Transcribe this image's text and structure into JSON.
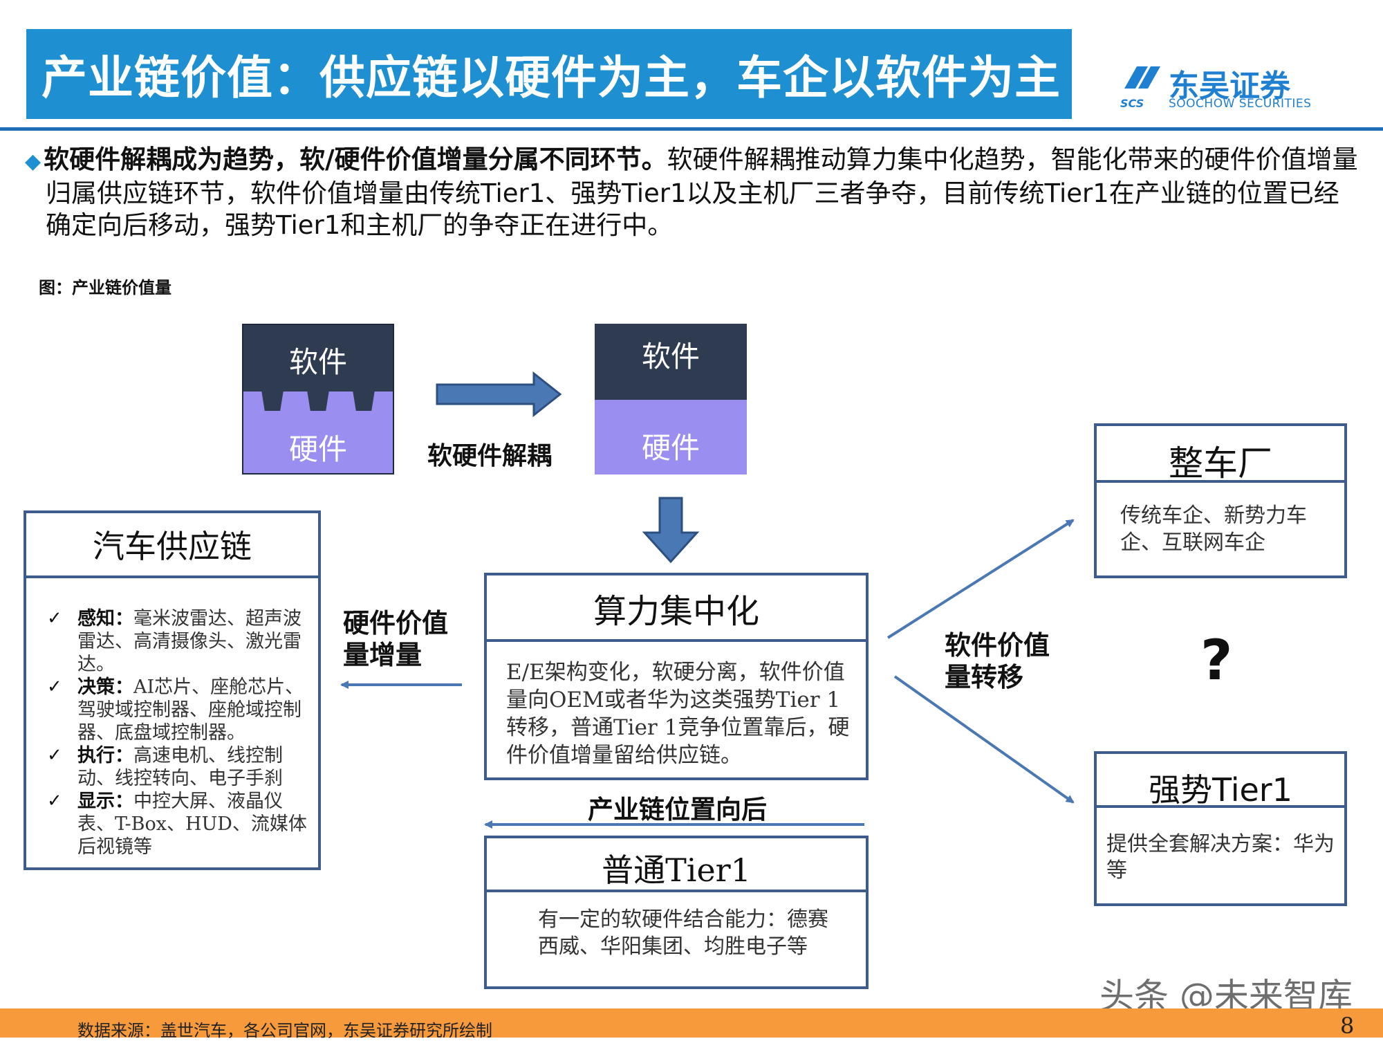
{
  "header": {
    "title": "产业链价值：供应链以硬件为主，车企以软件为主",
    "logo_name": "东吴证券",
    "logo_en": "SOOCHOW SECURITIES",
    "logo_abbr": "SCS"
  },
  "intro": {
    "bullet": "◆",
    "bold": "软硬件解耦成为趋势，软/硬件价值增量分属不同环节。",
    "text": "软硬件解耦推动算力集中化趋势，智能化带来的硬件价值增量归属供应链环节，软件价值增量由传统Tier1、强势Tier1以及主机厂三者争夺，目前传统Tier1在产业链的位置已经确定向后移动，强势Tier1和主机厂的争夺正在进行中。"
  },
  "figure_caption": "图：产业链价值量",
  "diagram": {
    "coupled": {
      "top": "软件",
      "bottom": "硬件"
    },
    "decoupled": {
      "top": "软件",
      "bottom": "硬件"
    },
    "decouple_label": "软硬件解耦",
    "supply_chain": {
      "title": "汽车供应链",
      "items": [
        {
          "label": "感知：",
          "text": "毫米波雷达、超声波雷达、高清摄像头、激光雷达。"
        },
        {
          "label": "决策：",
          "text": "AI芯片、座舱芯片、驾驶域控制器、座舱域控制器、底盘域控制器。"
        },
        {
          "label": "执行：",
          "text": "高速电机、线控制动、线控转向、电子手刹"
        },
        {
          "label": "显示：",
          "text": "中控大屏、液晶仪表、T-Box、HUD、流媒体后视镜等"
        }
      ]
    },
    "hw_gain_label": "硬件价值量增量",
    "compute": {
      "title": "算力集中化",
      "body": "E/E架构变化，软硬分离，软件价值量向OEM或者华为这类强势Tier 1转移，普通Tier 1竞争位置靠后，硬件价值增量留给供应链。"
    },
    "chain_back_label": "产业链位置向后",
    "tier1": {
      "title": "普通Tier1",
      "body": "有一定的软硬件结合能力：德赛西威、华阳集团、均胜电子等"
    },
    "sw_shift_label": "软件价值量转移",
    "question": "?",
    "oem": {
      "title": "整车厂",
      "body": "传统车企、新势力车企、互联网车企"
    },
    "strong_tier1": {
      "title": "强势Tier1",
      "body": "提供全套解决方案：华为等"
    }
  },
  "footer": {
    "source": "数据来源：盖世汽车，各公司官网，东吴证券研究所绘制",
    "page": "8",
    "watermark": "头条 @未来智库"
  },
  "colors": {
    "title_bar": "#1e90d2",
    "frame": "#3d5c8c",
    "dark_block": "#2f3b50",
    "lilac_block": "#9a8ff0",
    "arrow": "#4a78b4",
    "footer": "#f79a3c"
  }
}
